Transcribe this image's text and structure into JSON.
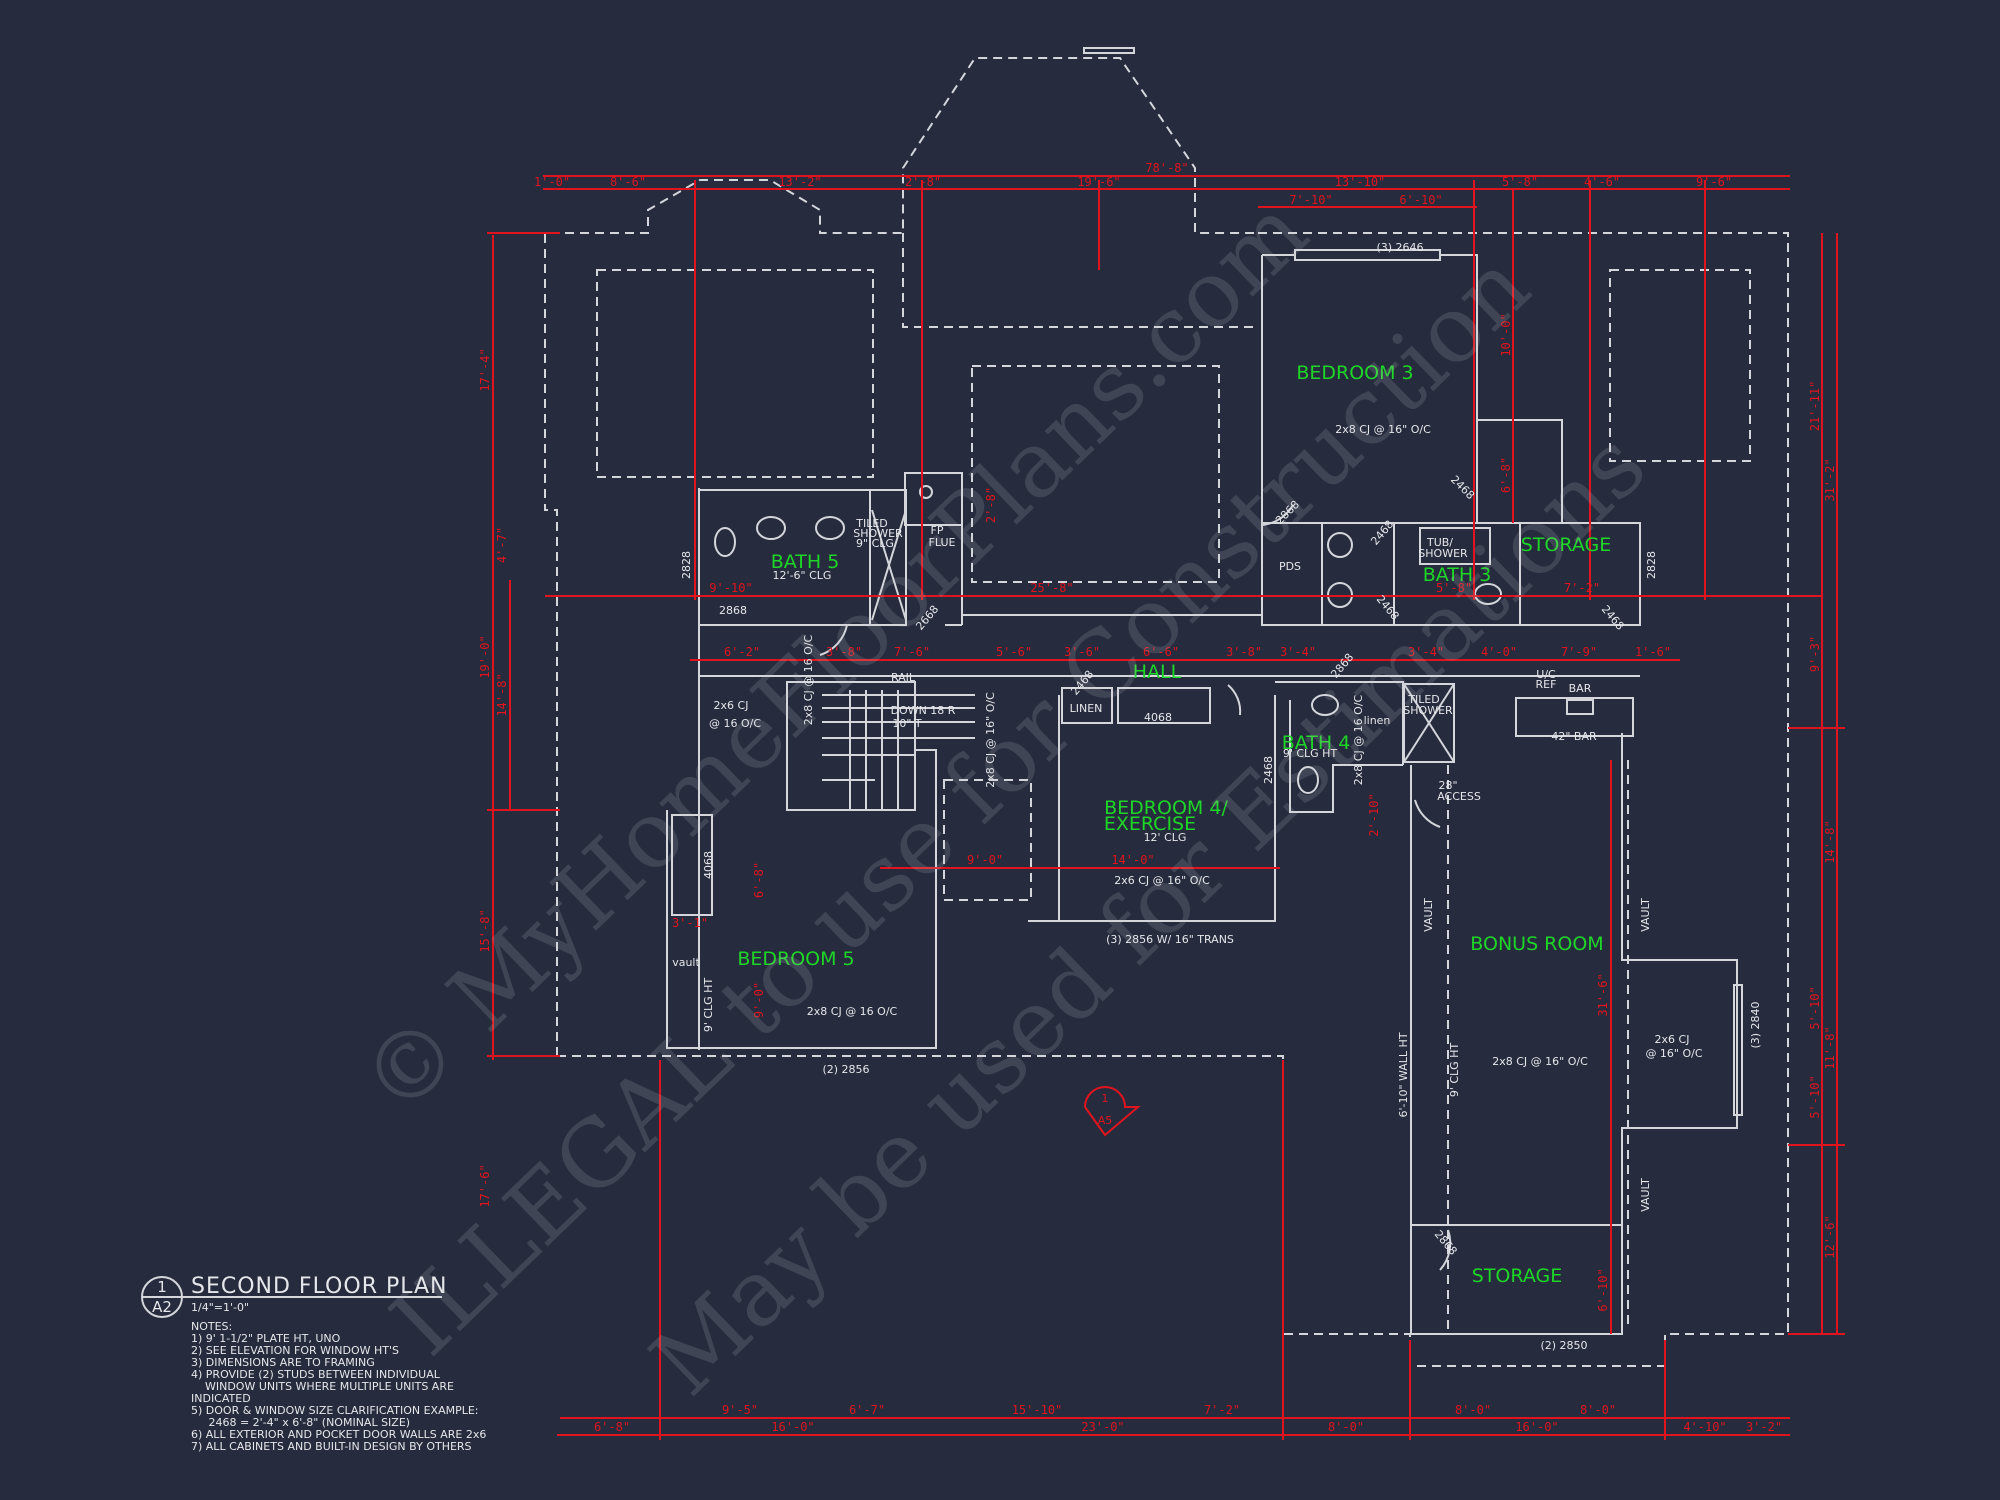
{
  "colors": {
    "background": "#262b3d",
    "walls": "#d4d6dc",
    "dimensions": "#e0141e",
    "room_labels": "#1ed627"
  },
  "title": {
    "number": "1",
    "sheet": "A2",
    "name": "SECOND FLOOR PLAN",
    "scale": "1/4\"=1'-0\""
  },
  "notes": {
    "heading": "NOTES:",
    "lines": [
      "1) 9' 1-1/2\" PLATE HT, UNO",
      "2) SEE ELEVATION FOR WINDOW HT'S",
      "3) DIMENSIONS ARE TO FRAMING",
      "4) PROVIDE (2) STUDS BETWEEN INDIVIDUAL",
      "    WINDOW UNITS WHERE MULTIPLE UNITS ARE",
      "INDICATED",
      "5) DOOR & WINDOW SIZE CLARIFICATION EXAMPLE:",
      "     2468 = 2'-4\" x 6'-8\" (NOMINAL SIZE)",
      "6) ALL EXTERIOR AND POCKET DOOR WALLS ARE 2x6",
      "7) ALL CABINETS AND BUILT-IN DESIGN BY OTHERS"
    ]
  },
  "rooms": {
    "bedroom3": "BEDROOM 3",
    "bath5": "BATH 5",
    "storage_top": "STORAGE",
    "bath3": "BATH 3",
    "hall": "HALL",
    "bath4": "BATH 4",
    "bedroom4_a": "BEDROOM 4/",
    "bedroom4_b": "EXERCISE",
    "bedroom5": "BEDROOM 5",
    "bonus": "BONUS ROOM",
    "storage_bottom": "STORAGE"
  },
  "labels": {
    "bed3_window": "(3) 2646",
    "bed3_cj": "2x8 CJ @ 16\" O/C",
    "bath5_clg": "12'-6\" CLG",
    "tiled_shower5_a": "TILED",
    "tiled_shower5_b": "SHOWER",
    "tiled_shower5_c": "9\" CLG",
    "fp_a": "FP",
    "fp_b": "FLUE",
    "d2868_b5": "2868",
    "w2828_l": "2828",
    "w2828_r": "2828",
    "pds": "PDS",
    "tub_a": "TUB/",
    "tub_b": "SHOWER",
    "rail": "RAIL",
    "down_a": "DOWN 18 R",
    "down_b": "10\" T",
    "cj_left_a": "2x6 CJ",
    "cj_left_b": "@ 16 O/C",
    "linen": "LINEN",
    "d4068": "4068",
    "bath4_clg": "9' CLG HT",
    "tiled_shower4_a": "TILED",
    "tiled_shower4_b": "SHOWER",
    "linen4": "linen",
    "ucref_a": "U/C",
    "ucref_b": "REF",
    "bar": "BAR",
    "bar42": "42\" BAR",
    "access_a": "28\"",
    "access_b": "ACCESS",
    "bed4_clg": "12' CLG",
    "bed4_cj": "2x6 CJ @ 16\" O/C",
    "bed4_window": "(3) 2856 W/ 16\" TRANS",
    "bed5_cj": "2x8 CJ @ 16 O/C",
    "bed5_window": "(2) 2856",
    "closet_4068": "4068",
    "vault_small": "vault",
    "clg9_left": "9' CLG HT",
    "bonus_cj": "2x8 CJ @ 16\" O/C",
    "bump_cj_a": "2x6 CJ",
    "bump_cj_b": "@ 16\" O/C",
    "bump_window": "(3) 2840",
    "bonus_clg": "9' CLG HT",
    "wall_ht": "6'-10\" WALL HT",
    "vault1": "VAULT",
    "vault2": "VAULT",
    "vault3": "VAULT",
    "storage_door": "2868",
    "storage_window": "(2) 2850",
    "d2468_a": "2468",
    "d2868_bed3": "2868",
    "d2468_b": "2468",
    "d2468_c": "2468",
    "d2468_d": "2468",
    "d2868_hall": "2868",
    "d2668": "2668",
    "d2468_hall": "2468",
    "d2468_bath4": "2468",
    "section_num": "1",
    "section_sheet": "A5",
    "cj_stair": "2x8 CJ @ 16\" O/C",
    "cj_bath4": "2x8 CJ @ 16 O/C",
    "cj_bath5": "2x8 CJ @ 16 O/C"
  },
  "dimensions": {
    "top_overall": "78'-8\"",
    "top": [
      "1'-0\"",
      "8'-6\"",
      "13'-2\"",
      "2'-8\"",
      "19'-6\"",
      "13'-10\"",
      "5'-8\"",
      "4'-6\"",
      "9'-6\""
    ],
    "top_inner": [
      "7'-10\"",
      "6'-10\""
    ],
    "bottom_inner": [
      "9'-5\"",
      "6'-7\"",
      "15'-10\"",
      "7'-2\"",
      "8'-0\"",
      "8'-0\""
    ],
    "bottom": [
      "6'-8\"",
      "16'-0\"",
      "23'-0\"",
      "8'-0\"",
      "16'-0\"",
      "4'-10\"",
      "3'-2\""
    ],
    "left": [
      "17'-4\"",
      "4'-7\"",
      "14'-8\"",
      "19'-0\"",
      "15'-8\"",
      "17'-6\""
    ],
    "right": [
      "21'-11\"",
      "9'-3\"",
      "31'-2\"",
      "14'-8\"",
      "5'-10\"",
      "11'-8\"",
      "5'-10\"",
      "12'-6\""
    ],
    "hall_row": [
      "6'-2\"",
      "3'-8\"",
      "7'-6\"",
      "5'-6\"",
      "3'-6\"",
      "6'-6\"",
      "3'-8\"",
      "3'-4\"",
      "3'-4\"",
      "4'-0\"",
      "7'-9\"",
      "1'-6\""
    ],
    "interior": {
      "bath5_w": "9'-10\"",
      "center": "25'-8\"",
      "bed3_v": "10'-0\"",
      "closet_v": "6'-8\"",
      "bath3_r": "7'-2\"",
      "bath3_w": "5'-8\"",
      "bed4_w": "14'-0\"",
      "bed5_w": "9'-0\"",
      "closet_w": "3'-1\"",
      "bed5_v1": "6'-8\"",
      "bed5_v2": "9'-0\"",
      "bonus_v": "31'-6\"",
      "storage_v": "6'-10\"",
      "flue_v": "2'-8\"",
      "bath4_v": "2'-10\""
    }
  },
  "watermark": [
    "© MyHomeFloorPlans.com",
    "ILLEGAL to use for Construction",
    "May be used for Estimations"
  ]
}
